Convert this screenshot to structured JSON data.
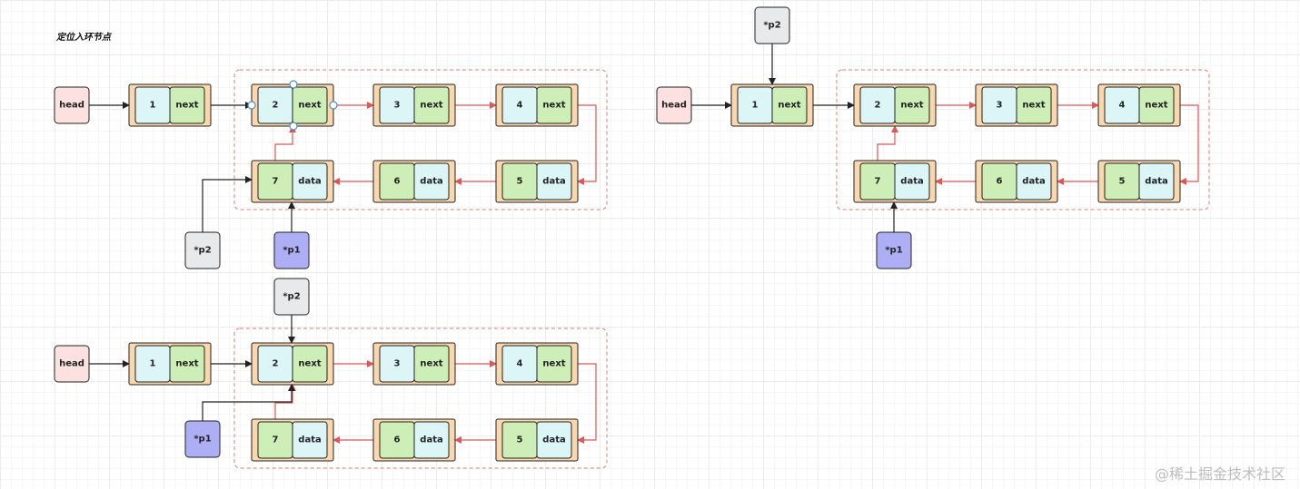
{
  "title": "定位入环节点",
  "watermark": "@稀土掘金技术社区",
  "colors": {
    "node_frame": "#fad7ac",
    "data_cell": "#dcf5f7",
    "next_cell": "#cdeeb6",
    "head_fill": "#fde0e0",
    "p1_fill": "#aeaef5",
    "p2_fill": "#e7e9ea",
    "loop_arrow": "#e05555",
    "black_arrow": "#222222",
    "dashed_box": "#e07a7a"
  },
  "panels": [
    {
      "id": "top-left",
      "head_label": "head",
      "top_nodes": [
        {
          "value": "1",
          "field": "next"
        },
        {
          "value": "2",
          "field": "next"
        },
        {
          "value": "3",
          "field": "next"
        },
        {
          "value": "4",
          "field": "next"
        }
      ],
      "bottom_nodes": [
        {
          "value": "7",
          "field": "data"
        },
        {
          "value": "6",
          "field": "data"
        },
        {
          "value": "5",
          "field": "data"
        }
      ],
      "p1_label": "*p1",
      "p2_label": "*p2"
    },
    {
      "id": "bottom-left",
      "head_label": "head",
      "top_nodes": [
        {
          "value": "1",
          "field": "next"
        },
        {
          "value": "2",
          "field": "next"
        },
        {
          "value": "3",
          "field": "next"
        },
        {
          "value": "4",
          "field": "next"
        }
      ],
      "bottom_nodes": [
        {
          "value": "7",
          "field": "data"
        },
        {
          "value": "6",
          "field": "data"
        },
        {
          "value": "5",
          "field": "data"
        }
      ],
      "p1_label": "*p1",
      "p2_label": "*p2"
    },
    {
      "id": "right",
      "head_label": "head",
      "top_nodes": [
        {
          "value": "1",
          "field": "next"
        },
        {
          "value": "2",
          "field": "next"
        },
        {
          "value": "3",
          "field": "next"
        },
        {
          "value": "4",
          "field": "next"
        }
      ],
      "bottom_nodes": [
        {
          "value": "7",
          "field": "data"
        },
        {
          "value": "6",
          "field": "data"
        },
        {
          "value": "5",
          "field": "data"
        }
      ],
      "p1_label": "*p1",
      "p2_label": "*p2"
    }
  ]
}
